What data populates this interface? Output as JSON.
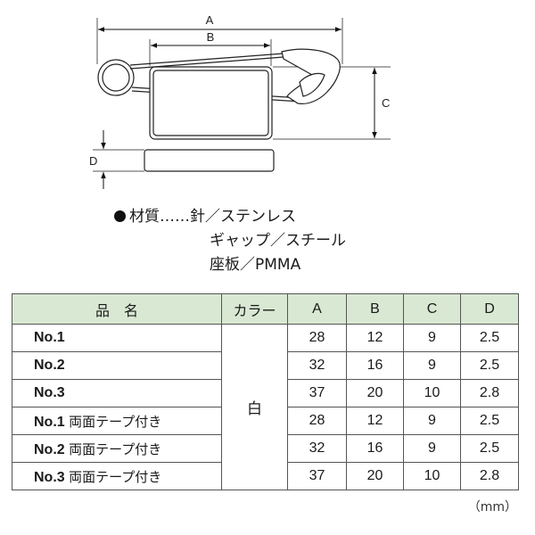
{
  "diagram": {
    "labels": {
      "a": "A",
      "b": "B",
      "c": "C",
      "d": "D"
    }
  },
  "materials": {
    "title": "材質",
    "leader": "……",
    "lines": [
      "針／ステンレス",
      "ギャップ／スチール",
      "座板／PMMA"
    ]
  },
  "table": {
    "headers": [
      "品　名",
      "カラー",
      "A",
      "B",
      "C",
      "D"
    ],
    "color_value": "白",
    "rows": [
      {
        "name": "No.1",
        "suffix": "",
        "a": "28",
        "b": "12",
        "c": "9",
        "d": "2.5"
      },
      {
        "name": "No.2",
        "suffix": "",
        "a": "32",
        "b": "16",
        "c": "9",
        "d": "2.5"
      },
      {
        "name": "No.3",
        "suffix": "",
        "a": "37",
        "b": "20",
        "c": "10",
        "d": "2.8"
      },
      {
        "name": "No.1",
        "suffix": "両面テープ付き",
        "a": "28",
        "b": "12",
        "c": "9",
        "d": "2.5"
      },
      {
        "name": "No.2",
        "suffix": "両面テープ付き",
        "a": "32",
        "b": "16",
        "c": "9",
        "d": "2.5"
      },
      {
        "name": "No.3",
        "suffix": "両面テープ付き",
        "a": "37",
        "b": "20",
        "c": "10",
        "d": "2.8"
      }
    ]
  },
  "unit": "（mm）"
}
